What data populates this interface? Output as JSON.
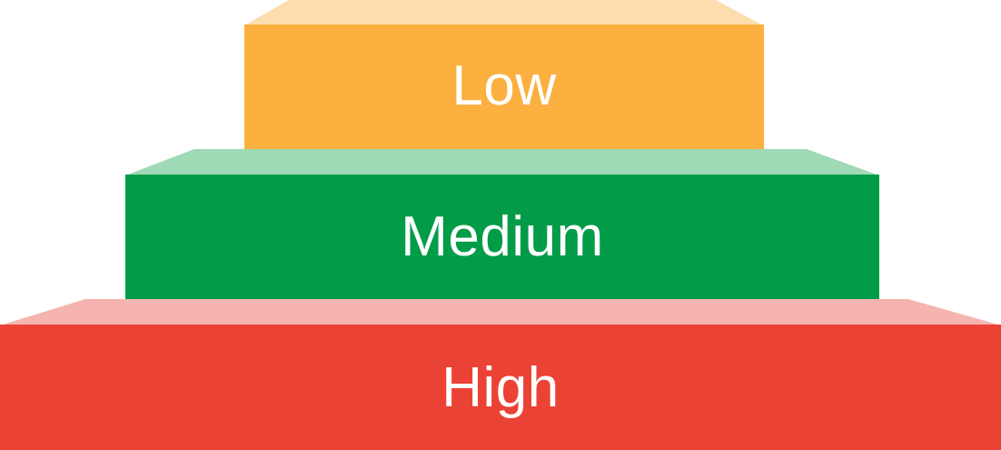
{
  "tiers": [
    {
      "id": "low",
      "label": "Low",
      "front_color": "#FBB040",
      "top_color": "#FDDCAD"
    },
    {
      "id": "medium",
      "label": "Medium",
      "front_color": "#029C48",
      "top_color": "#9FD9B6"
    },
    {
      "id": "high",
      "label": "High",
      "front_color": "#EA4335",
      "top_color": "#F5B4AF"
    }
  ]
}
